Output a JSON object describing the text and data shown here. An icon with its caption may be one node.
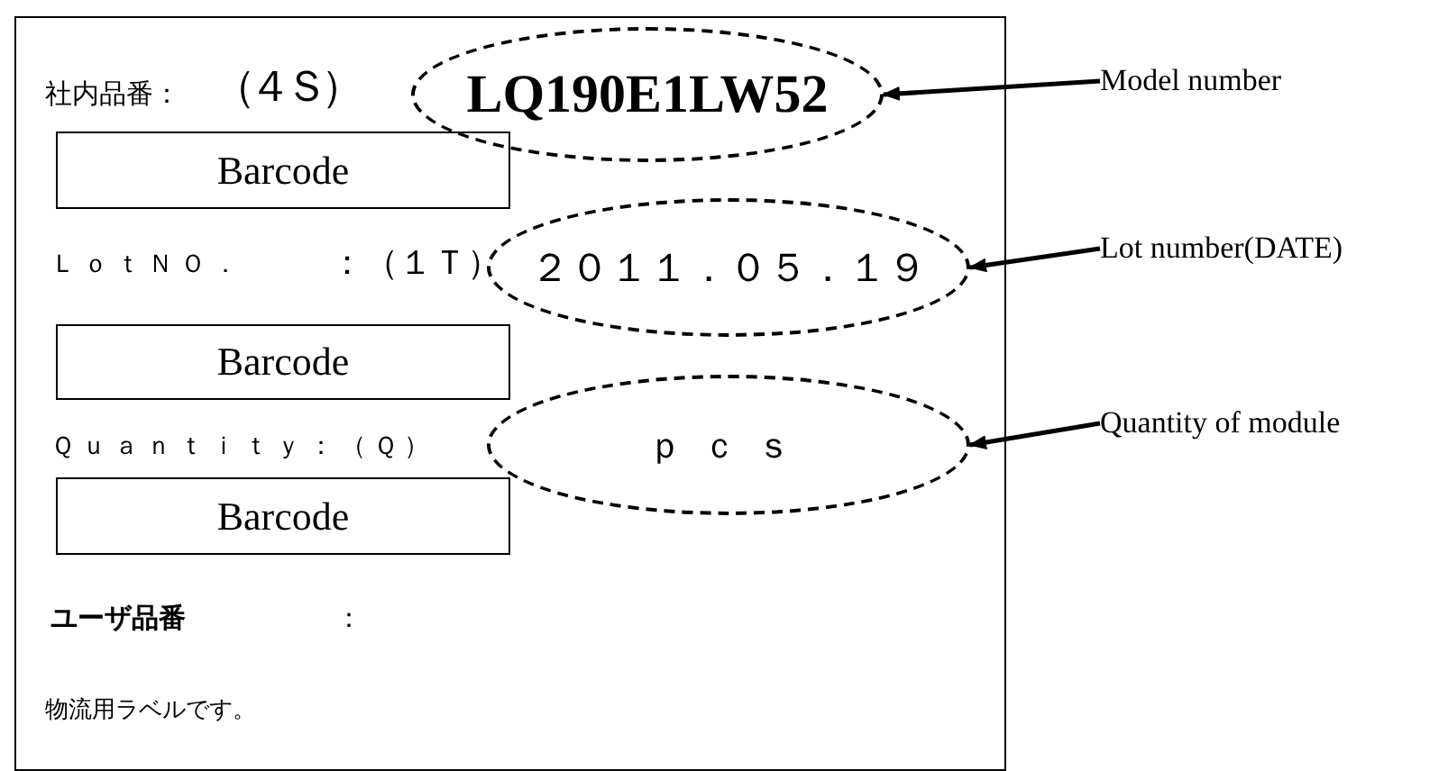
{
  "diagram": {
    "nodes": [
      {
        "text": [
          "LQ190E1LW52"
        ]
      },
      {
        "text": [
          "Barcode"
        ]
      },
      {
        "text": [
          "２０１１．０５．１９"
        ]
      },
      {
        "text": [
          "Barcode"
        ]
      },
      {
        "text": [
          "ｐｃｓ"
        ]
      },
      {
        "text": [
          "Barcode"
        ]
      },
      {
        "text": [
          "Model number"
        ]
      },
      {
        "text": [
          "Lot number(DATE)"
        ]
      },
      {
        "text": [
          "Quantity of module"
        ]
      }
    ],
    "edges": [
      {
        "from": 6,
        "to": 0,
        "arrow": "to"
      },
      {
        "from": 7,
        "to": 2,
        "arrow": "to"
      },
      {
        "from": 8,
        "to": 4,
        "arrow": "to"
      }
    ],
    "labels": [
      "社内品番：",
      "（４Ｓ）",
      "ＬｏｔＮＯ．",
      "：（１Ｔ）",
      "Ｑｕａｎｔｉｔｙ：（Ｑ）",
      "ユーザ品番",
      "：",
      "物流用ラベルです。"
    ]
  }
}
